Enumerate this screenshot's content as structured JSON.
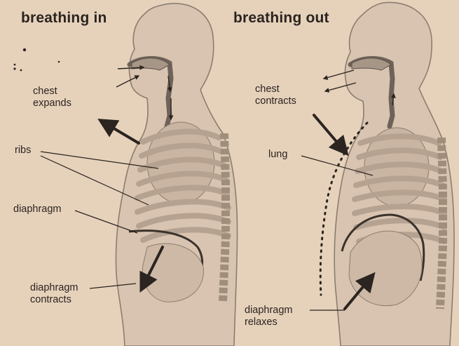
{
  "colors": {
    "background": "#e6d2bb",
    "body_fill": "#d8c4b0",
    "body_outline": "#8b7d70",
    "rib": "#b5a291",
    "ink": "#2b2420"
  },
  "panels": {
    "left": {
      "title": "breathing in",
      "labels": {
        "chest": [
          "chest",
          "expands"
        ],
        "ribs": "ribs",
        "diaphragm": "diaphragm",
        "diaphragm_action": [
          "diaphragm",
          "contracts"
        ]
      }
    },
    "right": {
      "title": "breathing out",
      "labels": {
        "chest": [
          "chest",
          "contracts"
        ],
        "lung": "lung",
        "diaphragm_action": [
          "diaphragm",
          "relaxes"
        ]
      }
    }
  }
}
